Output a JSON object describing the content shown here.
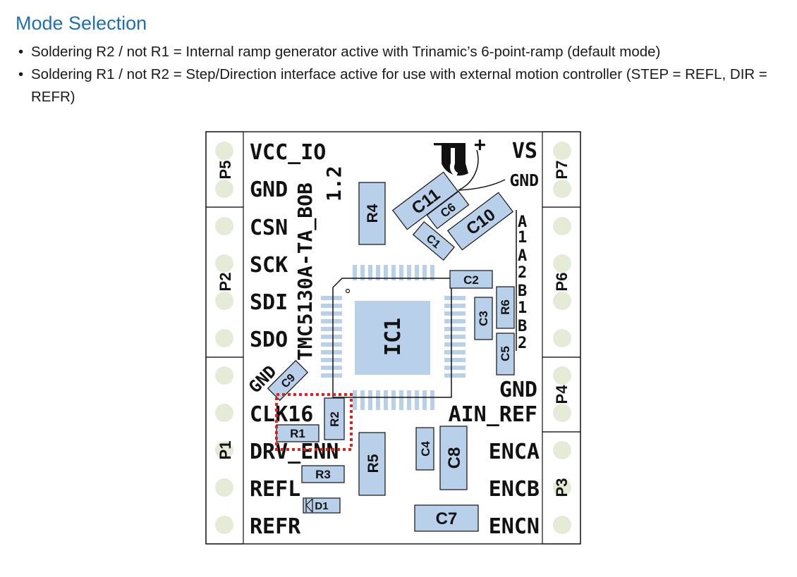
{
  "heading": "Mode Selection",
  "bullets": [
    {
      "marker": "•",
      "text": "Soldering R2 / not R1 = Internal ramp generator active with Trinamic’s 6-point-ramp (default mode)"
    },
    {
      "marker": "•",
      "text": "Soldering R1 / not R2 = Step/Direction interface active for use with external motion controller (STEP = REFL, DIR = REFR)"
    }
  ],
  "board": {
    "connectors_left": [
      "P5",
      "P2",
      "P1"
    ],
    "connectors_right": [
      "P7",
      "P6",
      "P4",
      "P3"
    ],
    "left_pins": [
      "VCC_IO",
      "GND",
      "CSN",
      "SCK",
      "SDI",
      "SDO",
      "CLK16",
      "DRV_ENN",
      "REFL",
      "REFR"
    ],
    "right_pins": [
      "VS",
      "GND",
      "GND",
      "AIN_REF",
      "ENCA",
      "ENCB",
      "ENCN"
    ],
    "motor_pins": [
      "A",
      "1",
      "A",
      "2",
      "B",
      "1",
      "B",
      "2"
    ],
    "board_name": "TMC5130A-TA_BOB",
    "board_version": "1.2",
    "cap_minus": "−",
    "cap_plus": "+",
    "gnd_diag": "GND",
    "components": {
      "ic1": "IC1",
      "r1": "R1",
      "r2": "R2",
      "r3": "R3",
      "r4": "R4",
      "r5": "R5",
      "r6": "R6",
      "c1": "C1",
      "c2": "C2",
      "c3": "C3",
      "c4": "C4",
      "c5": "C5",
      "c6": "C6",
      "c7": "C7",
      "c8": "C8",
      "c9": "C9",
      "c10": "C10",
      "c11": "C11",
      "d1": "D1"
    },
    "colors": {
      "component_fill": "#b9d0ea",
      "pad_fill": "#e4ecd7",
      "highlight": "#e0201c",
      "heading": "#1f6fb3"
    }
  }
}
